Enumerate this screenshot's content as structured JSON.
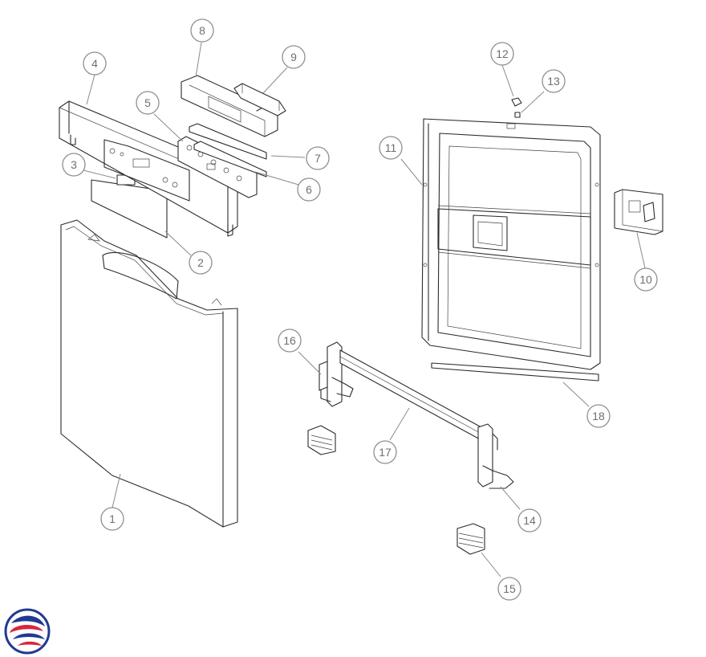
{
  "diagram": {
    "callouts": [
      {
        "id": "1",
        "label": "1"
      },
      {
        "id": "2",
        "label": "2"
      },
      {
        "id": "3",
        "label": "3"
      },
      {
        "id": "4",
        "label": "4"
      },
      {
        "id": "5",
        "label": "5"
      },
      {
        "id": "6",
        "label": "6"
      },
      {
        "id": "7",
        "label": "7"
      },
      {
        "id": "8",
        "label": "8"
      },
      {
        "id": "9",
        "label": "9"
      },
      {
        "id": "10",
        "label": "10"
      },
      {
        "id": "11",
        "label": "11"
      },
      {
        "id": "12",
        "label": "12"
      },
      {
        "id": "13",
        "label": "13"
      },
      {
        "id": "14",
        "label": "14"
      },
      {
        "id": "15",
        "label": "15"
      },
      {
        "id": "16",
        "label": "16"
      },
      {
        "id": "17",
        "label": "17"
      },
      {
        "id": "18",
        "label": "18"
      }
    ]
  },
  "logo": {
    "icon": "swirl-logo-icon",
    "colors": {
      "blue": "#1f3a93",
      "red": "#d7263d"
    }
  }
}
